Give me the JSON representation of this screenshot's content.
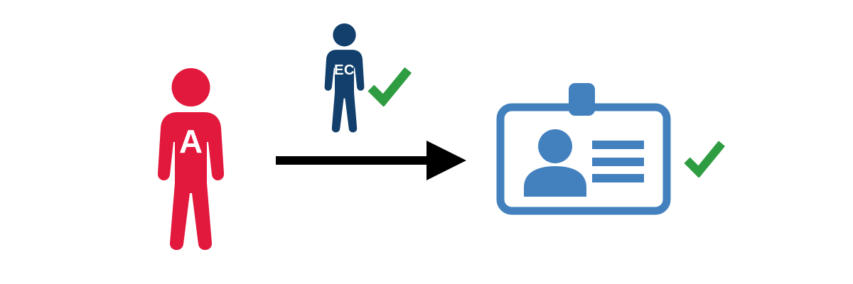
{
  "page": {
    "background_color": "#FFFFFF"
  },
  "flow": {
    "applicant": {
      "label": "A",
      "color": "#E2183C",
      "label_color": "#FFFFFF",
      "icon": "person-icon"
    },
    "endorser": {
      "label": "EC",
      "color": "#123F6B",
      "label_color": "#FFFFFF",
      "icon": "person-icon",
      "approved": true
    },
    "arrow": {
      "color": "#000000",
      "icon": "arrow-right-icon",
      "direction": "right"
    },
    "id_card": {
      "color": "#4381BE",
      "icon": "id-card-icon",
      "detail_line_count": 3,
      "approved": true
    },
    "check_color": "#2E9C41",
    "check_icon": "check-icon"
  }
}
